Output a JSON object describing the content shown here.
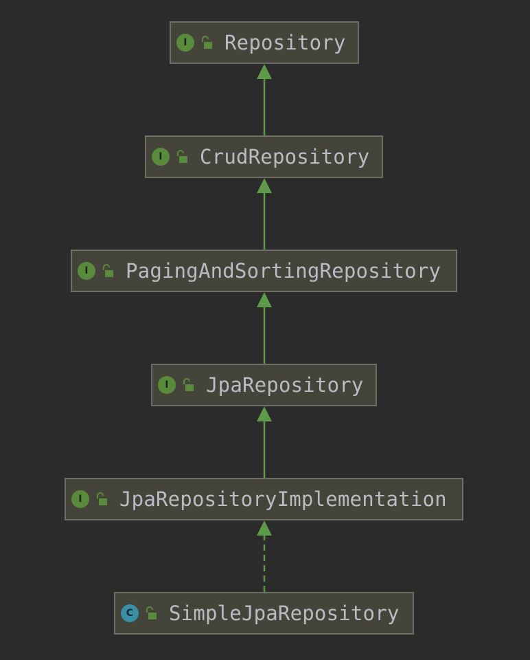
{
  "colors": {
    "background": "#2b2b2b",
    "node_fill": "#45443b",
    "node_border": "#6e6e66",
    "edge": "#5e9a4a",
    "interface_badge": "#5a8a3c",
    "class_badge": "#3a8fa6",
    "label_text": "#b9bcc2"
  },
  "nodes": [
    {
      "id": "repository",
      "label": "Repository",
      "kind": "interface",
      "badge": "I",
      "visibility_icon": "unlocked-public-icon"
    },
    {
      "id": "crud-repository",
      "label": "CrudRepository",
      "kind": "interface",
      "badge": "I",
      "visibility_icon": "unlocked-public-icon"
    },
    {
      "id": "paging-and-sorting-repository",
      "label": "PagingAndSortingRepository",
      "kind": "interface",
      "badge": "I",
      "visibility_icon": "unlocked-public-icon"
    },
    {
      "id": "jpa-repository",
      "label": "JpaRepository",
      "kind": "interface",
      "badge": "I",
      "visibility_icon": "unlocked-public-icon"
    },
    {
      "id": "jpa-repository-implementation",
      "label": "JpaRepositoryImplementation",
      "kind": "interface",
      "badge": "I",
      "visibility_icon": "unlocked-public-icon"
    },
    {
      "id": "simple-jpa-repository",
      "label": "SimpleJpaRepository",
      "kind": "class",
      "badge": "C",
      "visibility_icon": "unlocked-public-icon"
    }
  ],
  "edges": [
    {
      "from": "crud-repository",
      "to": "repository",
      "type": "extends",
      "style": "solid"
    },
    {
      "from": "paging-and-sorting-repository",
      "to": "crud-repository",
      "type": "extends",
      "style": "solid"
    },
    {
      "from": "jpa-repository",
      "to": "paging-and-sorting-repository",
      "type": "extends",
      "style": "solid"
    },
    {
      "from": "jpa-repository-implementation",
      "to": "jpa-repository",
      "type": "extends",
      "style": "solid"
    },
    {
      "from": "simple-jpa-repository",
      "to": "jpa-repository-implementation",
      "type": "implements",
      "style": "dashed"
    }
  ]
}
